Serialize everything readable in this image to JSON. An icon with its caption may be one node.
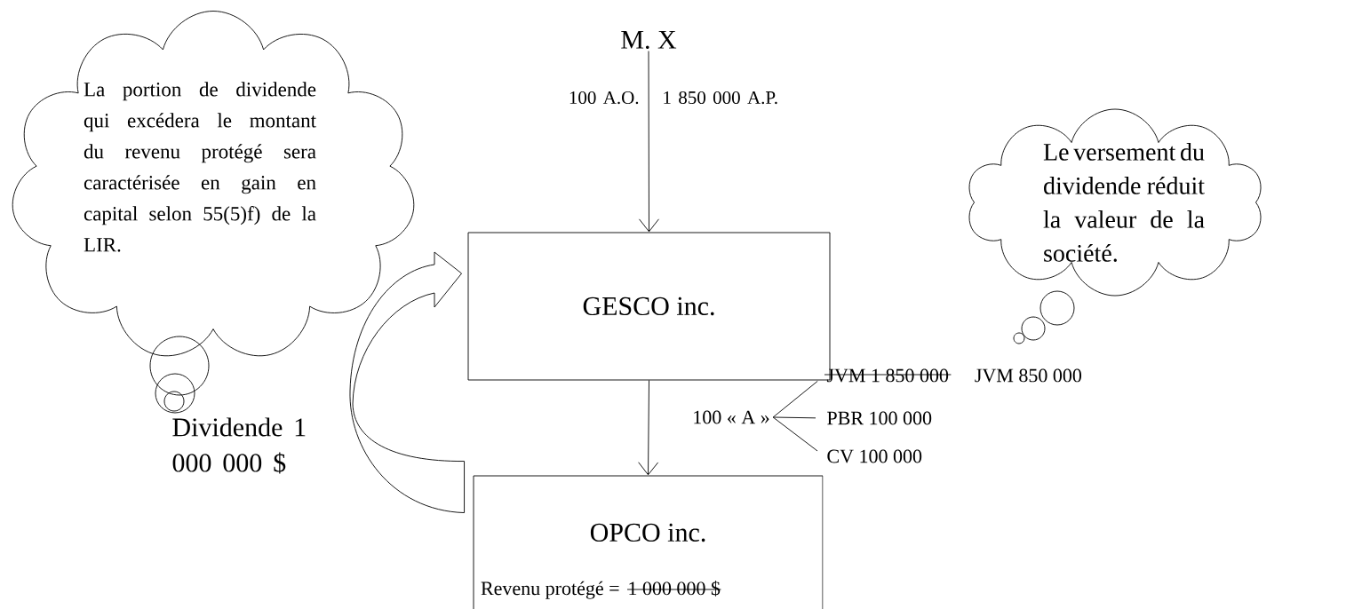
{
  "diagram": {
    "nodes": [
      {
        "text": [
          "M. X"
        ]
      },
      {
        "text": [
          "GESCO inc."
        ]
      },
      {
        "text": [
          "OPCO inc.",
          "Revenu protégé =",
          "1 000 000 $"
        ]
      },
      {
        "text": [
          "La portion de dividende qui excédera le montant du revenu protégé sera caractérisée en gain en capital selon 55(5)f) de la LIR."
        ]
      },
      {
        "text": [
          "Le versement du dividende réduit la valeur de la société."
        ]
      },
      {
        "text": [
          "100 « A »"
        ]
      },
      {
        "text": [
          "JVM 1 850 000"
        ],
        "beside": [
          "JVM 850 000"
        ]
      },
      {
        "text": [
          "PBR 100 000"
        ]
      },
      {
        "text": [
          "CV 100 000"
        ]
      }
    ],
    "edges": [
      {
        "from": 0,
        "to": 1,
        "arrow": "to"
      },
      {
        "from": 1,
        "to": 2,
        "arrow": "to"
      },
      {
        "from": 2,
        "to": 1,
        "arrow": "to"
      },
      {
        "from": 5,
        "to": 6,
        "arrow": "none"
      },
      {
        "from": 5,
        "to": 7,
        "arrow": "none"
      },
      {
        "from": 5,
        "to": 8,
        "arrow": "none"
      }
    ],
    "labels": [
      "100 A.O.",
      "1 850 000 A.P.",
      "Dividende 1 000 000 $"
    ]
  }
}
